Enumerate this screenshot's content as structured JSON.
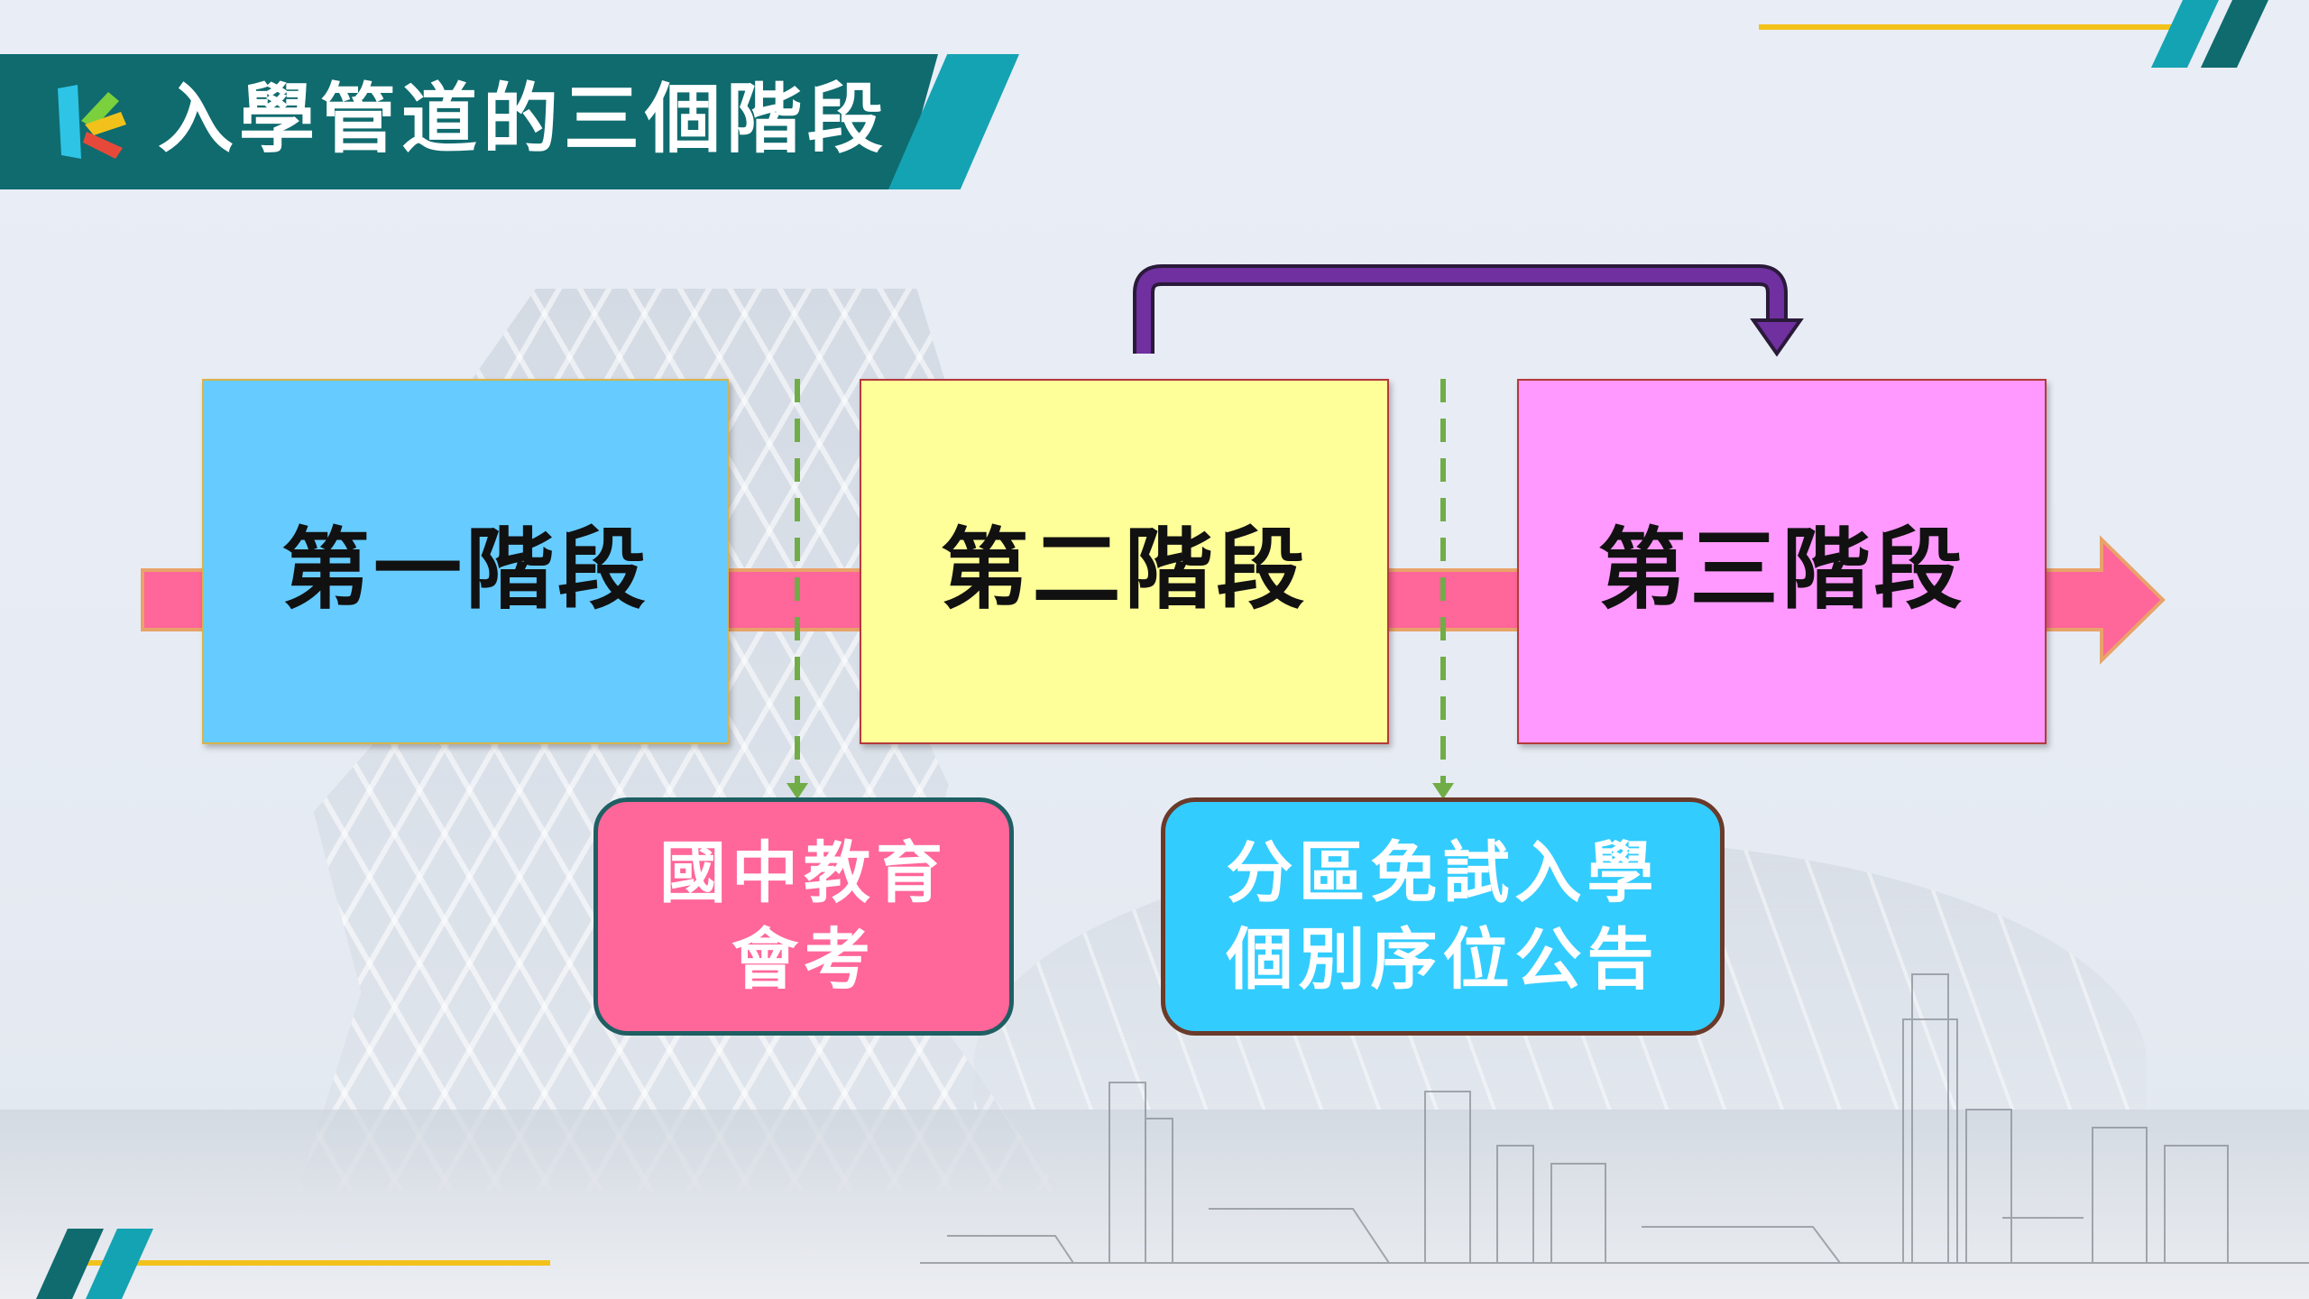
{
  "title": {
    "text": "入學管道的三個階段",
    "logo_icon": "k-leaf-logo-icon"
  },
  "stages": [
    {
      "label": "第一階段",
      "color": "#66ccff"
    },
    {
      "label": "第二階段",
      "color": "#ffff99"
    },
    {
      "label": "第三階段",
      "color": "#ff99ff"
    }
  ],
  "events": [
    {
      "lines": [
        "國中教育",
        "會考"
      ],
      "color": "#ff6699"
    },
    {
      "lines": [
        "分區免試入學",
        "個別序位公告"
      ],
      "color": "#33ccff"
    }
  ],
  "colors": {
    "banner": "#0f6b6e",
    "banner_accent": "#14a3b3",
    "flow_arrow": "#ff6699",
    "skip_arrow": "#7030a0",
    "dashed_line": "#70ad47",
    "accent_line": "#f3c21a"
  }
}
